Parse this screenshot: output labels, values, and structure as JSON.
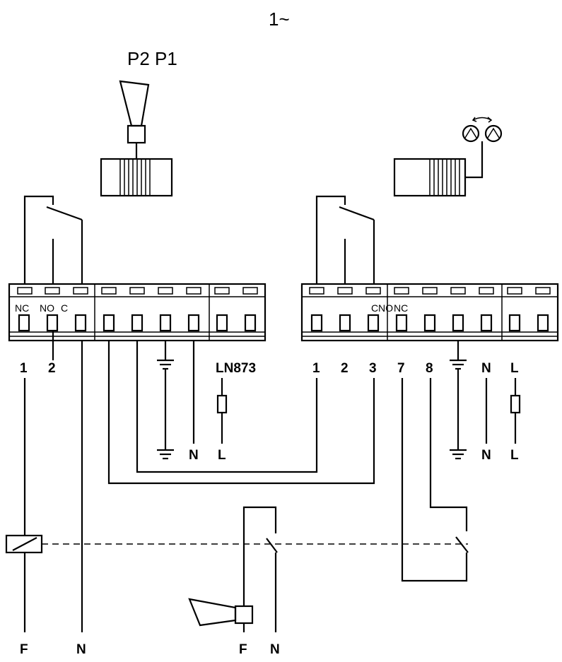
{
  "header": {
    "phase_label": "1~",
    "probe_label": "P2 P1"
  },
  "left_block": {
    "contact_labels": [
      "NC",
      "NO",
      "C"
    ],
    "terminal_numbers": [
      "1",
      "2",
      "LN873"
    ],
    "supply_labels": [
      "N",
      "L"
    ]
  },
  "right_block": {
    "contact_labels": [
      "C",
      "NO",
      "NC"
    ],
    "terminal_numbers": [
      "1",
      "2",
      "3",
      "7",
      "8",
      "N",
      "L"
    ],
    "supply_labels": [
      "N",
      "L"
    ]
  },
  "bottom": {
    "coil_labels": [
      "F",
      "N"
    ],
    "horn_labels": [
      "F",
      "N"
    ]
  }
}
